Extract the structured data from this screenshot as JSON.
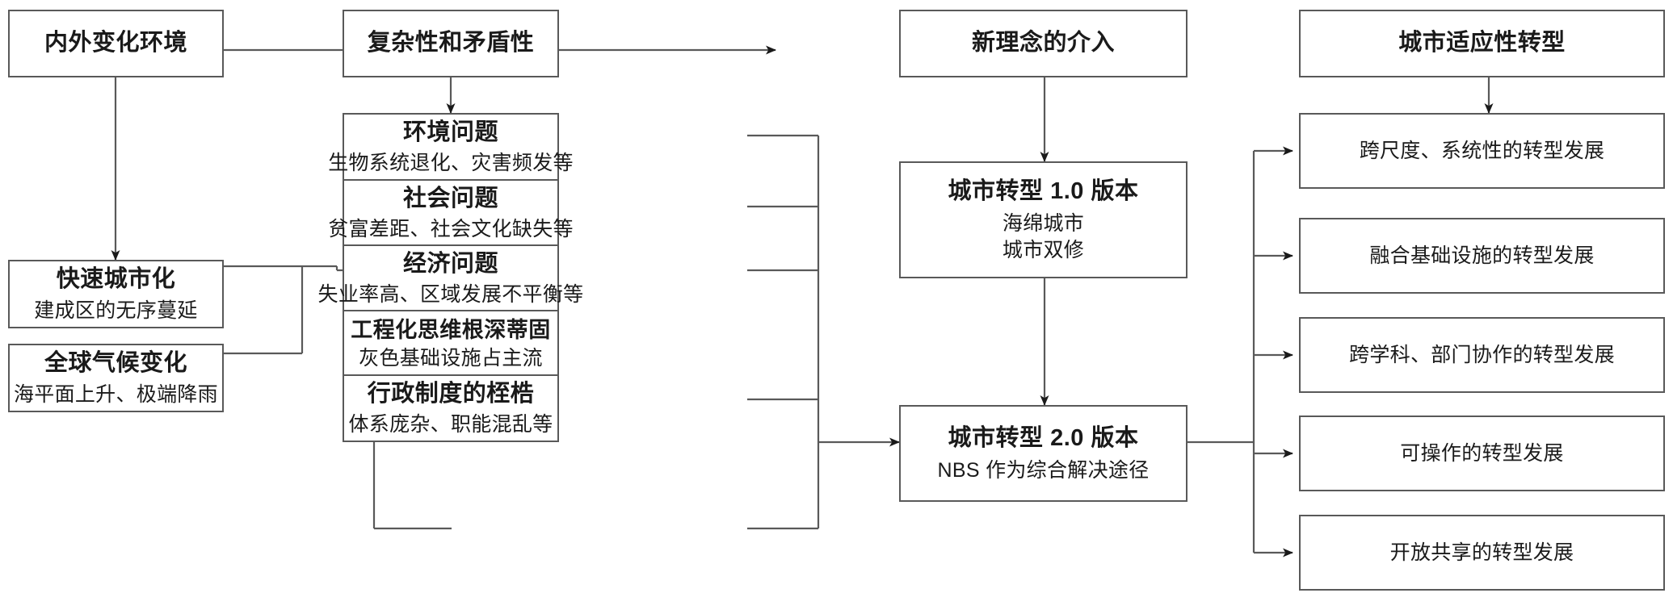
{
  "diagram": {
    "type": "flowchart",
    "title": "城市适应性转型技术路线图",
    "stroke_color": "#595959",
    "text_color": "#1a1a1a",
    "background": "#ffffff"
  },
  "col1": {
    "driver": {
      "title": "内外变化环境"
    },
    "urbanization": {
      "title": "快速城市化",
      "sub": "建成区的无序蔓延"
    },
    "climate": {
      "title": "全球气候变化",
      "sub": "海平面上升、极端降雨"
    }
  },
  "col2": {
    "header": {
      "title": "复杂性和矛盾性"
    },
    "problems": [
      {
        "title": "环境问题",
        "sub": "生物系统退化、灾害频发等"
      },
      {
        "title": "社会问题",
        "sub": "贫富差距、社会文化缺失等"
      },
      {
        "title": "经济问题",
        "sub": "失业率高、区域发展不平衡等"
      },
      {
        "title": "工程化思维根深蒂固",
        "sub": "灰色基础设施占主流"
      },
      {
        "title": "行政制度的桎梏",
        "sub": "体系庞杂、职能混乱等"
      }
    ]
  },
  "col3": {
    "header": {
      "title": "新理念的介入"
    },
    "v1": {
      "title": "城市转型 1.0 版本",
      "sub1": "海绵城市",
      "sub2": "城市双修"
    },
    "v2": {
      "title": "城市转型 2.0 版本",
      "sub1": "NBS 作为综合解决途径"
    }
  },
  "col4": {
    "header": {
      "title": "城市适应性转型"
    },
    "outcomes": [
      {
        "label": "跨尺度、系统性的转型发展"
      },
      {
        "label": "融合基础设施的转型发展"
      },
      {
        "label": "跨学科、部门协作的转型发展"
      },
      {
        "label": "可操作的转型发展"
      },
      {
        "label": "开放共享的转型发展"
      }
    ]
  }
}
